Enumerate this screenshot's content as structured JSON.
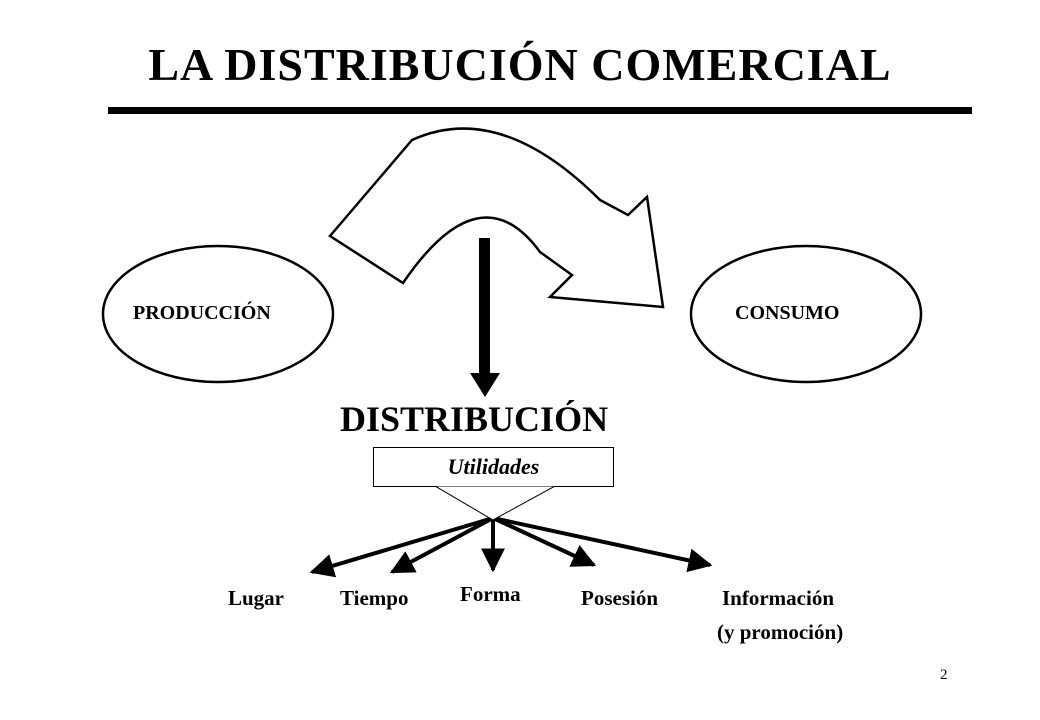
{
  "header": {
    "title": "LA  DISTRIBUCIÓN  COMERCIAL"
  },
  "nodes": {
    "production": "PRODUCCIÓN",
    "consumption": "CONSUMO"
  },
  "distribution": {
    "heading": "DISTRIBUCIÓN",
    "utilities_label": "Utilidades"
  },
  "utilities": [
    {
      "label": "Lugar"
    },
    {
      "label": "Tiempo"
    },
    {
      "label": "Forma"
    },
    {
      "label": "Posesión"
    },
    {
      "label": "Información",
      "sublabel": "(y promoción)"
    }
  ],
  "footer": {
    "page_number": "2"
  }
}
